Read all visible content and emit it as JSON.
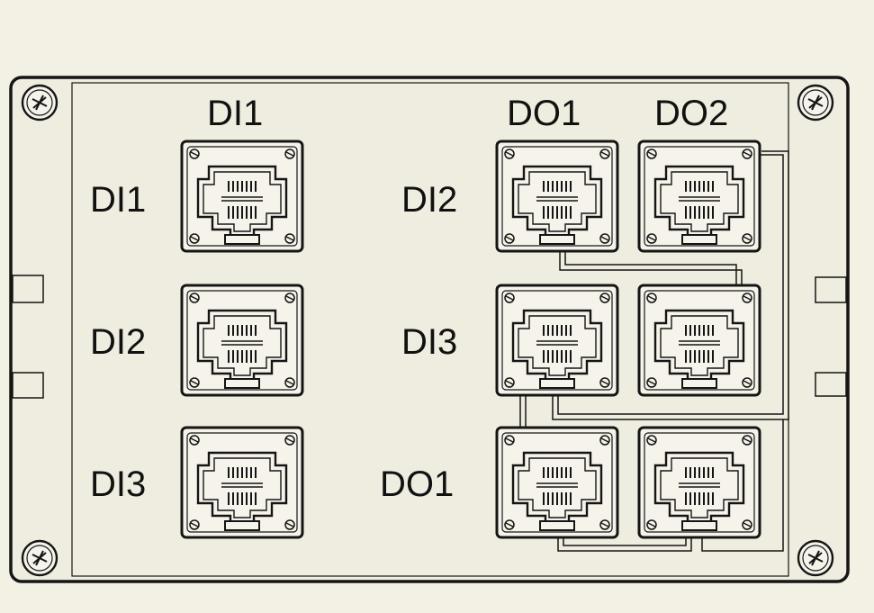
{
  "labels": {
    "col_di1": "DI1",
    "col_do1": "DO1",
    "col_do2": "DO2",
    "row_left_1": "DI1",
    "row_left_2": "DI2",
    "row_left_3": "DI3",
    "row_right_1": "DI2",
    "row_right_2": "DI3",
    "row_right_3": "DO1"
  },
  "colors": {
    "background": "#f3f1e4",
    "panel": "#efeddf",
    "line": "#151515",
    "jack_fill": "#f6f4ea"
  },
  "icons": [
    "screw-icon",
    "rj45-jack-icon",
    "mounting-tab-icon"
  ]
}
